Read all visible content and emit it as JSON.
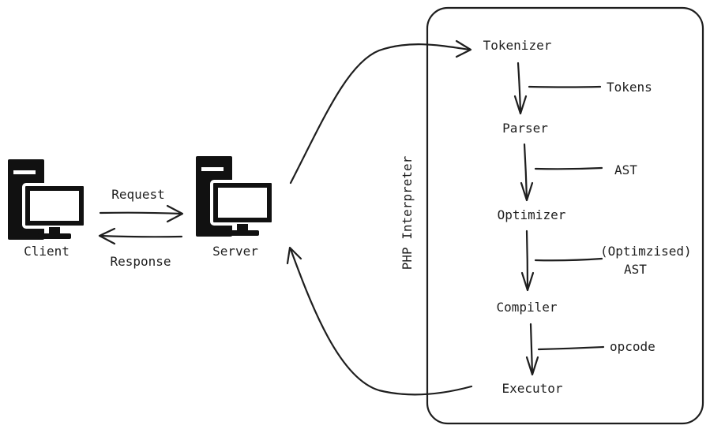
{
  "client": {
    "label": "Client",
    "icon": "computer-icon"
  },
  "server": {
    "label": "Server",
    "icon": "computer-icon"
  },
  "messages": {
    "request": "Request",
    "response": "Response"
  },
  "interpreter": {
    "title": "PHP Interpreter",
    "stages": [
      "Tokenizer",
      "Parser",
      "Optimizer",
      "Compiler",
      "Executor"
    ],
    "outputs": [
      "Tokens",
      "AST",
      "(Optimzised)",
      "AST",
      "opcode"
    ]
  },
  "colors": {
    "ink": "#1e1e1e",
    "icon": "#111111",
    "background": "#ffffff"
  }
}
